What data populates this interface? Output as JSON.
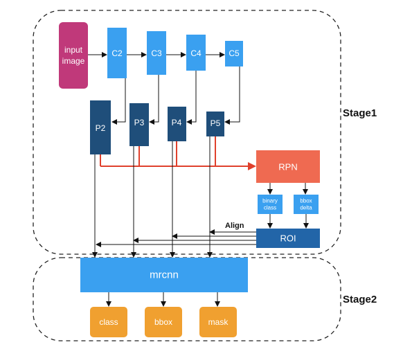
{
  "colors": {
    "input": "#c0397a",
    "c_stage": "#3aa0f0",
    "p_stage": "#1f4e7a",
    "rpn": "#ef6a51",
    "small_blue": "#3aa0f0",
    "roi": "#2265a8",
    "mrcnn": "#3aa0f0",
    "output": "#f0a030",
    "arrow": "#111111",
    "red_arrow": "#e0402c"
  },
  "stages": {
    "stage1": "Stage1",
    "stage2": "Stage2"
  },
  "nodes": {
    "input": {
      "line1": "input",
      "line2": "image"
    },
    "c2": "C2",
    "c3": "C3",
    "c4": "C4",
    "c5": "C5",
    "p2": "P2",
    "p3": "P3",
    "p4": "P4",
    "p5": "P5",
    "rpn": "RPN",
    "binary": {
      "line1": "binary",
      "line2": "class"
    },
    "bbox_delta": {
      "line1": "bbox",
      "line2": "delta"
    },
    "roi": "ROI",
    "mrcnn": "mrcnn",
    "class": "class",
    "bbox": "bbox",
    "mask": "mask"
  },
  "edges": {
    "align": "Align"
  }
}
